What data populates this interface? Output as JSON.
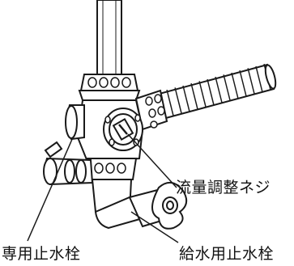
{
  "labels": {
    "flow_adjust_screw": "流量調整ネジ",
    "dedicated_stop_valve": "専用止水栓",
    "supply_stop_valve": "給水用止水栓"
  },
  "colors": {
    "line": "#1a1a1a",
    "fill": "#ffffff",
    "stroke_dark": "#222222"
  }
}
